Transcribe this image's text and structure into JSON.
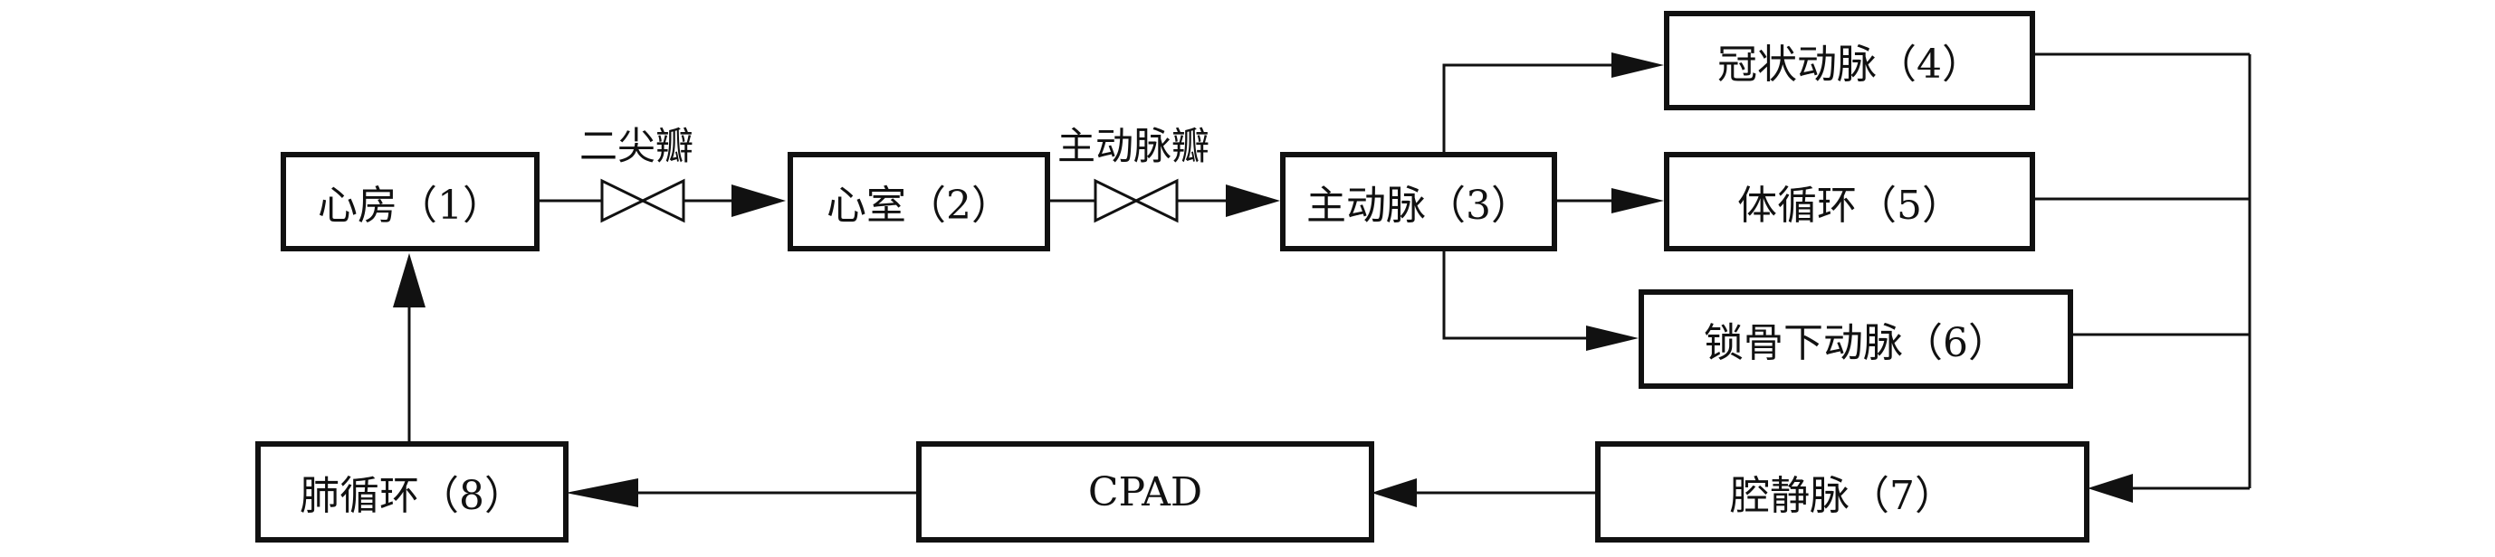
{
  "nodes": {
    "atrium": "心房（1）",
    "ventricle": "心室（2）",
    "aorta": "主动脉（3）",
    "coronary": "冠状动脉（4）",
    "systemic": "体循环（5）",
    "subclavian": "锁骨下动脉（6）",
    "vena_cava": "腔静脉（7）",
    "cpad": "CPAD",
    "pulmonary": "肺循环（8）"
  },
  "valves": {
    "mitral": "二尖瓣",
    "aortic": "主动脉瓣"
  }
}
